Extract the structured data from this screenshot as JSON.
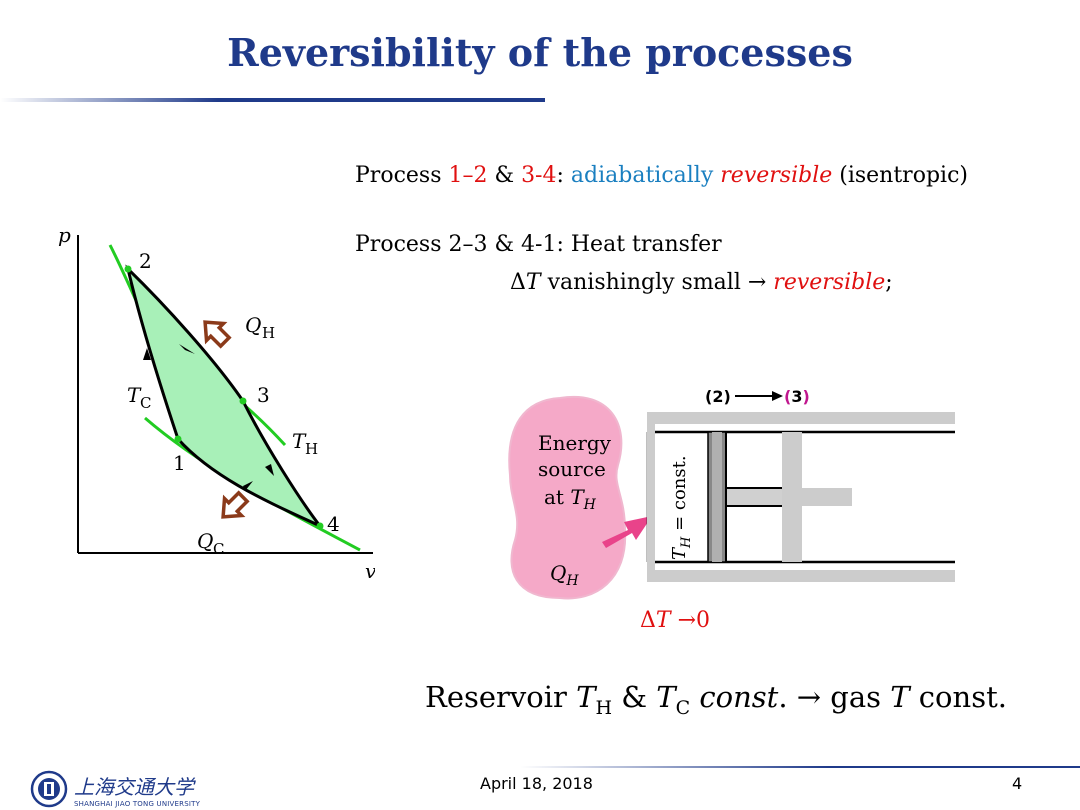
{
  "title": "Reversibility of the processes",
  "line1": {
    "p1": "Process ",
    "p2": "1–2",
    "p3": " & ",
    "p4": "3-4",
    "p5": ": ",
    "p6": "adiabatically",
    "p7": " ",
    "p8": "reversible",
    "p9": " (isentropic)"
  },
  "line2": "Process 2–3 & 4-1:  Heat transfer",
  "line3": {
    "p1": "Δ",
    "p2": "T",
    "p3": " vanishingly small → ",
    "p4": "reversible",
    "p5": ";"
  },
  "bottom": {
    "p1": "Reservoir ",
    "p2": "T",
    "p3": "H",
    "p4": " & ",
    "p5": "T",
    "p6": "C",
    "p7": " ",
    "p8": "const",
    "p9": ". → gas ",
    "p10": "T",
    "p11": " const."
  },
  "pv_diagram": {
    "axis_p": "p",
    "axis_v": "v",
    "points": [
      "1",
      "2",
      "3",
      "4"
    ],
    "labels": {
      "QH_Q": "Q",
      "QH_sub": "H",
      "QC_Q": "Q",
      "QC_sub": "C",
      "TH_T": "T",
      "TH_sub": "H",
      "TC_T": "T",
      "TC_sub": "C"
    },
    "colors": {
      "fill": "#a8f0b8",
      "isotherm": "#22cc22",
      "arrow": "#8b3a1a"
    }
  },
  "piston_figure": {
    "process_open": "(",
    "process_from": "2",
    "process_close": ")",
    "process_open2": "(",
    "process_to": "3",
    "process_close2": ")",
    "source_line1": "Energy",
    "source_line2": "source",
    "source_line3": "at ",
    "source_T": "T",
    "source_sub": "H",
    "Q": "Q",
    "Q_sub": "H",
    "wall_text": "T",
    "wall_sub": "H",
    "wall_rest": " = const.",
    "colors": {
      "blob": "#f5a9c8",
      "arrow": "#e9438a",
      "cylinder": "#cccccc"
    }
  },
  "dT": {
    "d": "Δ",
    "T": "T",
    "rest": " →0"
  },
  "footer": {
    "date": "April 18, 2018",
    "page": "4",
    "logo_cn": "上海交通大学",
    "logo_en": "SHANGHAI JIAO TONG UNIVERSITY"
  }
}
